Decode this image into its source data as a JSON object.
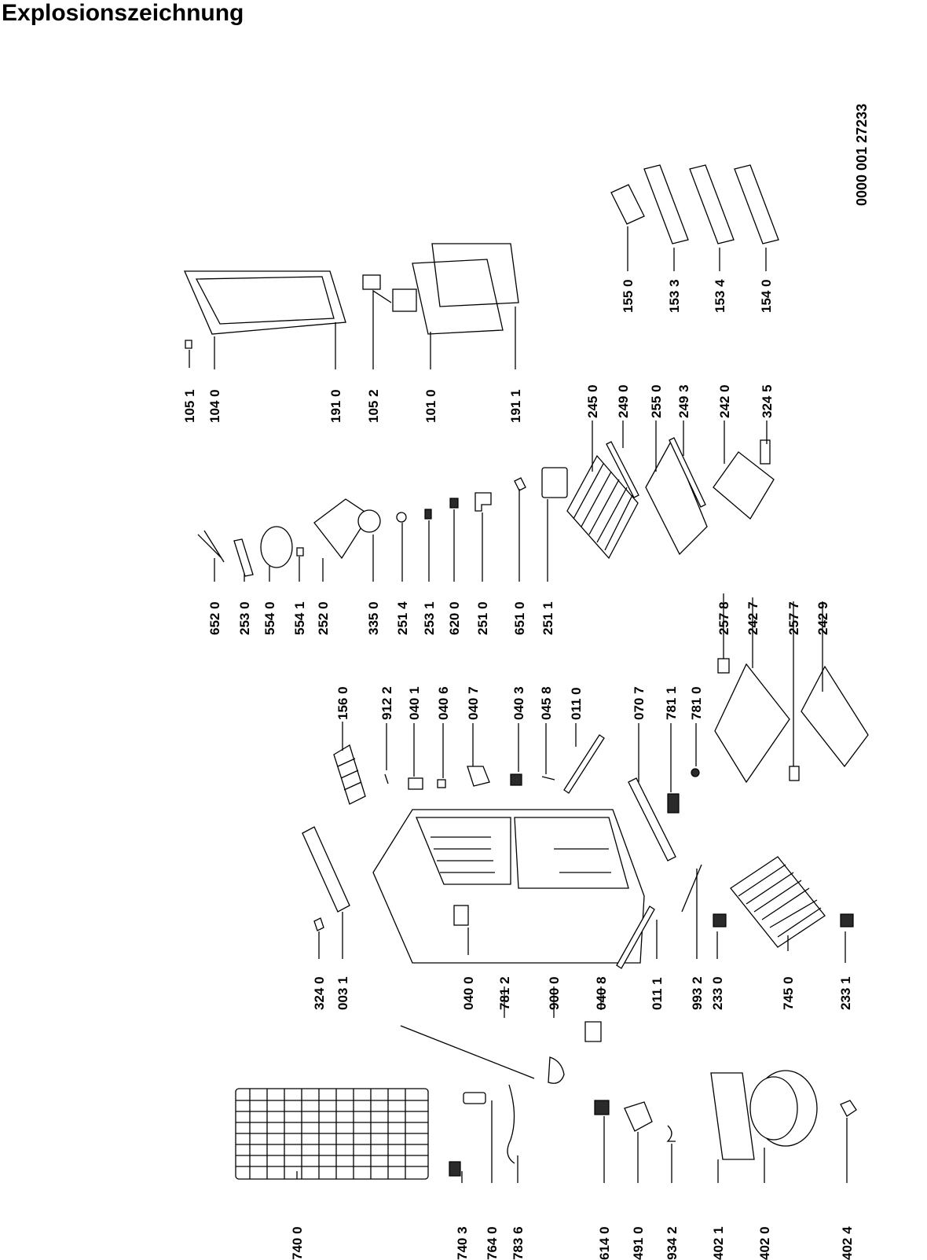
{
  "title": "Explosionszeichnung",
  "document_number": "0000 001 27233",
  "parts": [
    {
      "label": "740 0"
    },
    {
      "label": "740 3"
    },
    {
      "label": "764 0"
    },
    {
      "label": "783 6"
    },
    {
      "label": "614 0"
    },
    {
      "label": "491 0"
    },
    {
      "label": "934 2"
    },
    {
      "label": "402 1"
    },
    {
      "label": "402 0"
    },
    {
      "label": "402 4"
    },
    {
      "label": "324 0"
    },
    {
      "label": "003 1"
    },
    {
      "label": "040 0"
    },
    {
      "label": "781 2"
    },
    {
      "label": "900 0"
    },
    {
      "label": "040 8"
    },
    {
      "label": "011 1"
    },
    {
      "label": "993 2"
    },
    {
      "label": "233 0"
    },
    {
      "label": "745 0"
    },
    {
      "label": "233 1"
    },
    {
      "label": "156 0"
    },
    {
      "label": "912 2"
    },
    {
      "label": "040 1"
    },
    {
      "label": "040 6"
    },
    {
      "label": "040 7"
    },
    {
      "label": "040 3"
    },
    {
      "label": "045 8"
    },
    {
      "label": "011 0"
    },
    {
      "label": "070 7"
    },
    {
      "label": "781 1"
    },
    {
      "label": "781 0"
    },
    {
      "label": "652 0"
    },
    {
      "label": "253 0"
    },
    {
      "label": "554 0"
    },
    {
      "label": "554 1"
    },
    {
      "label": "252 0"
    },
    {
      "label": "335 0"
    },
    {
      "label": "251 4"
    },
    {
      "label": "253 1"
    },
    {
      "label": "620 0"
    },
    {
      "label": "251 0"
    },
    {
      "label": "651 0"
    },
    {
      "label": "251 1"
    },
    {
      "label": "257 8"
    },
    {
      "label": "242 7"
    },
    {
      "label": "257 7"
    },
    {
      "label": "242 9"
    },
    {
      "label": "105 1"
    },
    {
      "label": "104 0"
    },
    {
      "label": "191 0"
    },
    {
      "label": "105 2"
    },
    {
      "label": "101 0"
    },
    {
      "label": "191 1"
    },
    {
      "label": "245 0"
    },
    {
      "label": "249 0"
    },
    {
      "label": "255 0"
    },
    {
      "label": "249 3"
    },
    {
      "label": "242 0"
    },
    {
      "label": "324 5"
    },
    {
      "label": "155 0"
    },
    {
      "label": "153 3"
    },
    {
      "label": "153 4"
    },
    {
      "label": "154 0"
    }
  ]
}
